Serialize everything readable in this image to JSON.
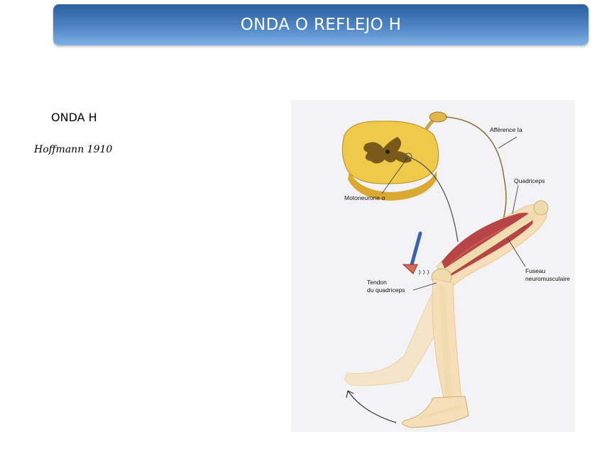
{
  "header": {
    "title": "ONDA O REFLEJO H"
  },
  "content": {
    "heading": "ONDA H",
    "citation": "Hoffmann 1910"
  },
  "figure": {
    "labels": {
      "afference": "Afférence Ia",
      "quadriceps": "Quadriceps",
      "motoneuron": "Motoneurone α",
      "spindle_line1": "Fuseau",
      "spindle_line2": "neuromusculaire",
      "tendon_line1": "Tendon",
      "tendon_line2": "du quadriceps"
    },
    "colors": {
      "spinal_cord": "#f0c94a",
      "grey_matter": "#7a5a1a",
      "muscle": "#b0343a",
      "bone": "#efdcae",
      "skin": "#f6dfb8",
      "hammer_handle": "#3a62b0",
      "hammer_head": "#d76b58"
    }
  }
}
